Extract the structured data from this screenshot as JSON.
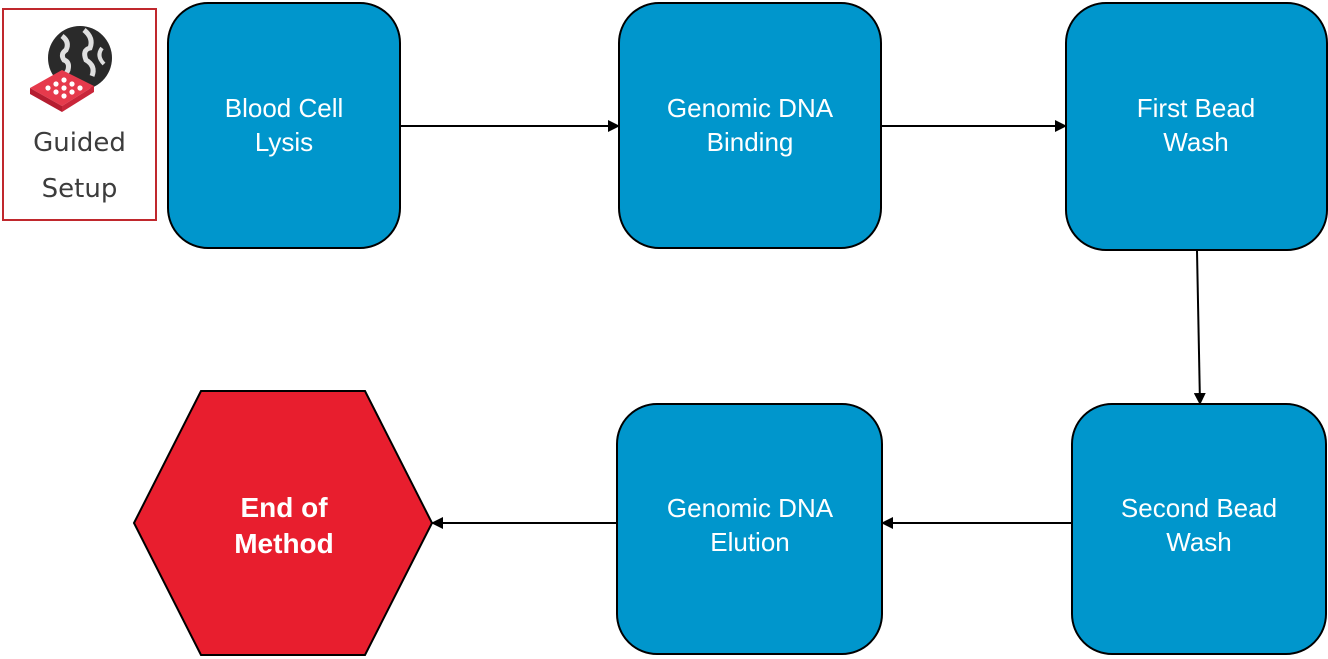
{
  "guided_setup": {
    "label_line1": "Guided",
    "label_line2": "Setup",
    "icon": "globe-plate-icon"
  },
  "steps": [
    {
      "id": "blood-cell-lysis",
      "line1": "Blood Cell",
      "line2": "Lysis"
    },
    {
      "id": "genomic-dna-binding",
      "line1": "Genomic DNA",
      "line2": "Binding"
    },
    {
      "id": "first-bead-wash",
      "line1": "First Bead",
      "line2": "Wash"
    },
    {
      "id": "second-bead-wash",
      "line1": "Second Bead",
      "line2": "Wash"
    },
    {
      "id": "genomic-dna-elution",
      "line1": "Genomic DNA",
      "line2": "Elution"
    }
  ],
  "end": {
    "line1": "End of",
    "line2": "Method"
  },
  "colors": {
    "step_fill": "#0096cc",
    "step_stroke": "#000000",
    "end_fill": "#e81e2e",
    "arrow": "#000000",
    "guided_border": "#c0282d"
  }
}
